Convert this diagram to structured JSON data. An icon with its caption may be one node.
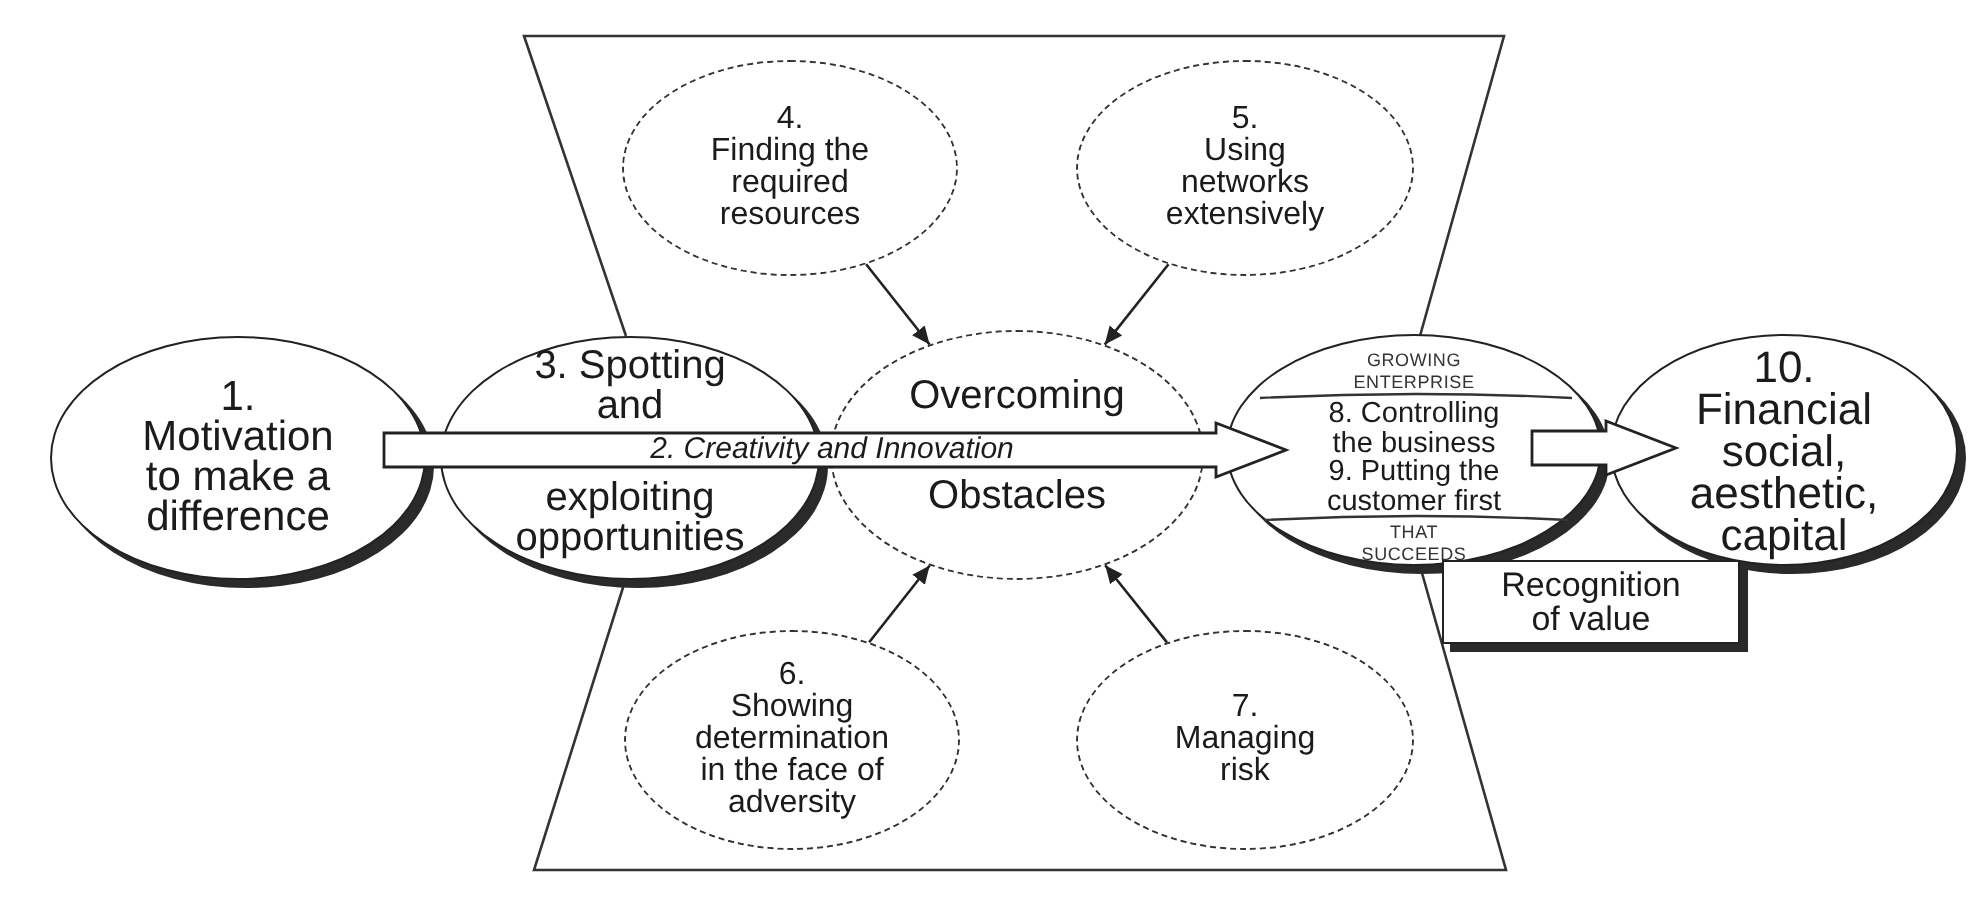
{
  "diagram": {
    "nodes": [
      {
        "text": [
          "1. Motivation to make a difference"
        ]
      },
      {
        "text": [
          "3. Spotting and",
          "exploiting opportunities"
        ]
      },
      {
        "text": [
          "Overcoming",
          "Obstacles"
        ]
      },
      {
        "text": [
          "4. Finding the required resources"
        ]
      },
      {
        "text": [
          "5. Using networks extensively"
        ]
      },
      {
        "text": [
          "6. Showing determination in the face of adversity"
        ]
      },
      {
        "text": [
          "7. Managing risk"
        ]
      },
      {
        "text": [
          "GROWING ENTERPRISE",
          "8. Controlling the business",
          "9. Putting the customer first",
          "THAT SUCCEEDS"
        ]
      },
      {
        "text": [
          "10. Financial social, aesthetic, capital"
        ]
      },
      {
        "text": [
          "Recognition of value"
        ]
      }
    ],
    "edges": [
      {
        "from": 0,
        "to": 7,
        "arrow": "to",
        "label": "2. Creativity and Innovation",
        "style": "thick"
      },
      {
        "from": 3,
        "to": 2,
        "arrow": "to"
      },
      {
        "from": 4,
        "to": 2,
        "arrow": "to"
      },
      {
        "from": 5,
        "to": 2,
        "arrow": "to"
      },
      {
        "from": 6,
        "to": 2,
        "arrow": "to"
      },
      {
        "from": 7,
        "to": 8,
        "arrow": "to",
        "style": "thick"
      }
    ]
  }
}
